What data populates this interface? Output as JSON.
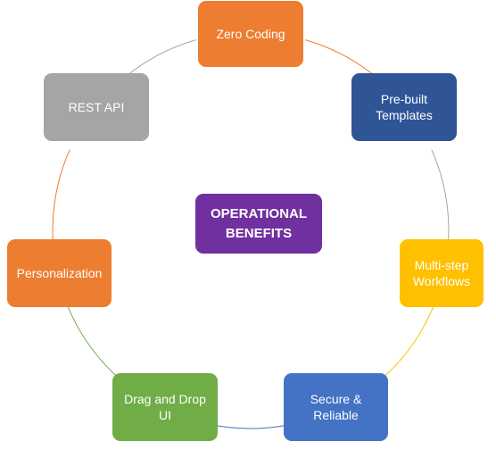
{
  "diagram": {
    "center": {
      "lines": [
        "OPERATIONAL",
        "BENEFITS"
      ],
      "color": "#7030A0"
    },
    "nodes": [
      {
        "lines": [
          "Zero Coding"
        ],
        "color": "#ED7D31"
      },
      {
        "lines": [
          "Pre-built",
          "Templates"
        ],
        "color": "#2F5597"
      },
      {
        "lines": [
          "Multi-step",
          "Workflows"
        ],
        "color": "#FFC000"
      },
      {
        "lines": [
          "Secure &",
          "Reliable"
        ],
        "color": "#4472C4"
      },
      {
        "lines": [
          "Drag and Drop",
          "UI"
        ],
        "color": "#70AD47"
      },
      {
        "lines": [
          "Personalization"
        ],
        "color": "#ED7D31"
      },
      {
        "lines": [
          "REST API"
        ],
        "color": "#A5A5A5"
      }
    ]
  }
}
